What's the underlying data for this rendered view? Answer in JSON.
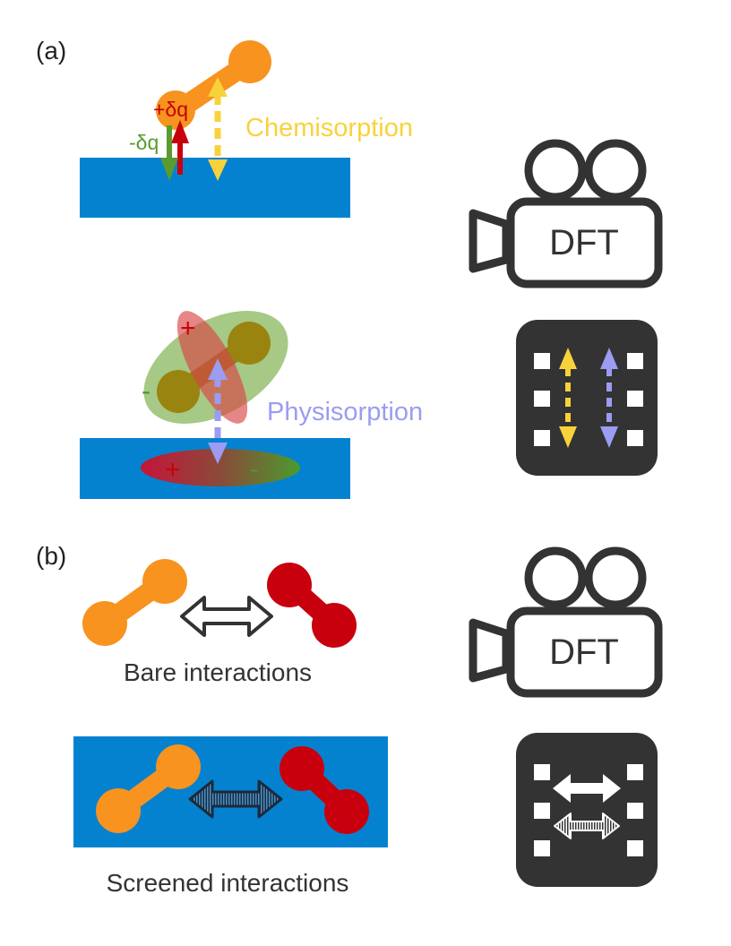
{
  "panel_a": {
    "label": "(a)",
    "plus_dq": "+δq",
    "minus_dq": "-δq",
    "chemisorption": "Chemisorption",
    "physisorption": "Physisorption",
    "plus_sign": "+",
    "minus_sign": "-",
    "camera_label": "DFT"
  },
  "panel_b": {
    "label": "(b)",
    "bare": "Bare interactions",
    "screened": "Screened interactions",
    "camera_label": "DFT"
  },
  "colors": {
    "surface": "#0482d0",
    "orange": "#f7931e",
    "red": "#c8000d",
    "yellow": "#f9d23b",
    "purple": "#9b9cf2",
    "green": "#6aa534",
    "dark": "#333333",
    "label_red": "#c4000b"
  }
}
